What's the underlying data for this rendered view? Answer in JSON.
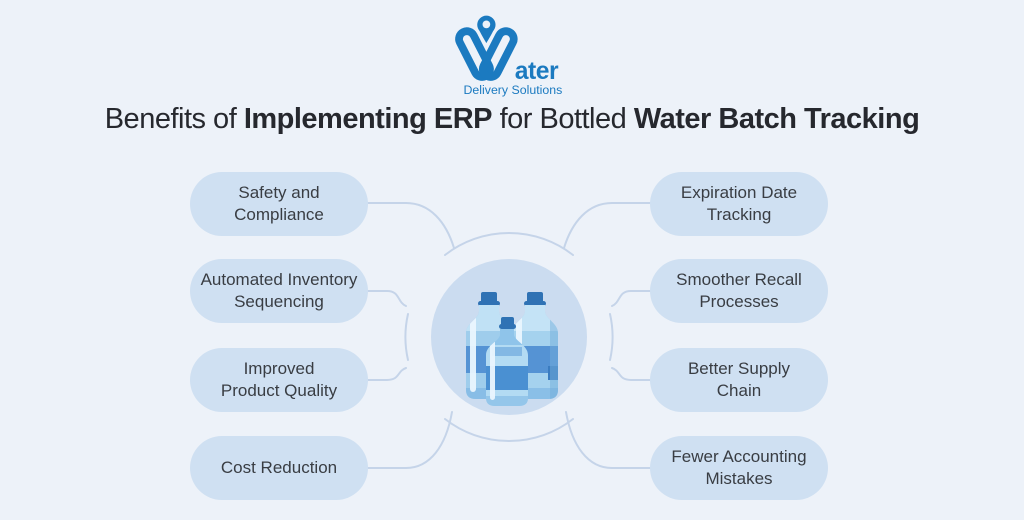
{
  "logo": {
    "suffix": "ater",
    "tagline": "Delivery Solutions",
    "brand_color": "#1b7ac0"
  },
  "title": {
    "segments": [
      {
        "text": "Benefits of ",
        "bold": false
      },
      {
        "text": "Implementing ERP",
        "bold": true
      },
      {
        "text": " for Bottled ",
        "bold": false
      },
      {
        "text": "Water Batch Tracking",
        "bold": true
      }
    ]
  },
  "benefits": {
    "left": [
      {
        "lines": [
          "Safety and",
          "Compliance"
        ]
      },
      {
        "lines": [
          "Automated Inventory",
          "Sequencing"
        ]
      },
      {
        "lines": [
          "Improved",
          "Product Quality"
        ]
      },
      {
        "lines": [
          "Cost Reduction"
        ]
      }
    ],
    "right": [
      {
        "lines": [
          "Expiration Date",
          "Tracking"
        ]
      },
      {
        "lines": [
          "Smoother Recall",
          "Processes"
        ]
      },
      {
        "lines": [
          "Better Supply",
          "Chain"
        ]
      },
      {
        "lines": [
          "Fewer Accounting",
          "Mistakes"
        ]
      }
    ]
  },
  "icons": {
    "center": "water-bottles-illustration",
    "logo_mark": "w-loops-with-location-pin"
  },
  "colors": {
    "background": "#edf2f9",
    "pill_fill": "#cfe0f2",
    "pill_text": "#393d43",
    "connector_line": "#c5d4e9",
    "center_circle": "#cbdcf0",
    "title_text": "#26282e",
    "logo_blue": "#1b7ac0",
    "bottle_light": "#a5d2ee",
    "bottle_band": "#5593d4",
    "bottle_cap": "#2f72b4"
  }
}
